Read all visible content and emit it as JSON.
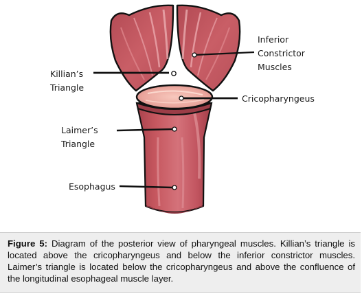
{
  "labels": {
    "inferior": [
      "Inferior",
      "Constrictor",
      "Muscles"
    ],
    "killian": [
      "Killian’s",
      "Triangle"
    ],
    "crico": "Cricopharyngeus",
    "laimer": [
      "Laimer’s",
      "Triangle"
    ],
    "esophagus": "Esophagus"
  },
  "caption": {
    "figure_label": "Figure 5:",
    "text": "Diagram of the posterior view of pharyngeal muscles. Killian’s triangle is located above the cricopharyngeus and below the inferior constrictor muscles. Laimer’s triangle is located below the cricopharyngeus and above the confluence of the longitudinal esophageal muscle layer."
  },
  "colors": {
    "muscle": "#c6575f",
    "muscle_dark": "#a8424c",
    "muscle_light": "#f0b4ac",
    "outline": "#111111",
    "caption_bg": "#eeeeee"
  }
}
